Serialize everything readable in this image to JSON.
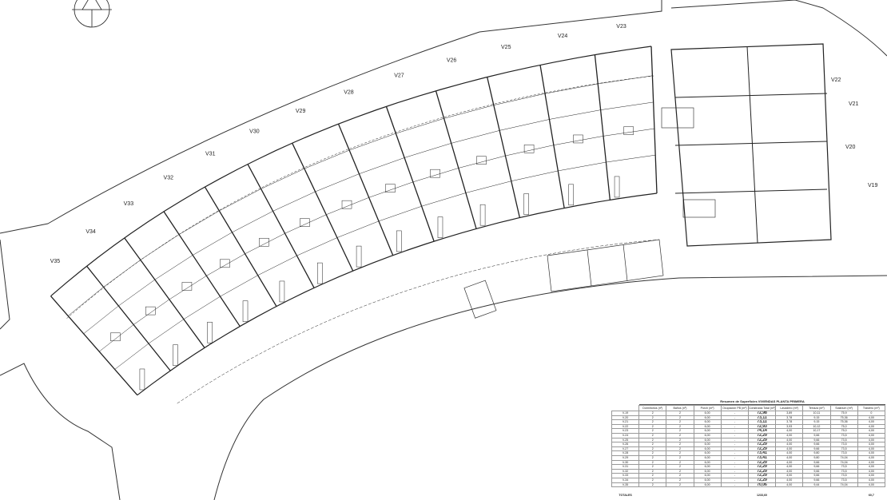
{
  "north_arrow": {
    "icon": "north-arrow-icon"
  },
  "curved_units": [
    "V35",
    "V34",
    "V33",
    "V32",
    "V31",
    "V30",
    "V29",
    "V28",
    "V27",
    "V26",
    "V25",
    "V24",
    "V23"
  ],
  "block_units": [
    "V22",
    "V21",
    "V20",
    "V19"
  ],
  "summary_table": {
    "title": "Resumen de Superficies VIVIENDAS PLANTA PRIMERA",
    "columns": [
      "",
      "Dormitorios (nº)",
      "Baños (nº)",
      "Porch (m²)",
      "Ocupación PB (m²)",
      "Construida Total (m²)",
      "Lavadero (m²)",
      "Terraza (m²)",
      "Solarium (m²)",
      "Trastero (m²)"
    ],
    "rows": [
      [
        "V-19",
        "2",
        "2",
        "6,00",
        "-",
        "72,98",
        "3,89",
        "10,11",
        "75,9",
        "0"
      ],
      [
        "V-20",
        "2",
        "2",
        "6,00",
        "-",
        "73,11",
        "3,78",
        "9,15",
        "75,36",
        "4,00"
      ],
      [
        "V-21",
        "2",
        "2",
        "6,00",
        "-",
        "73,11",
        "3,78",
        "9,15",
        "75,36",
        "4,00"
      ],
      [
        "V-22",
        "2",
        "2",
        "6,00",
        "-",
        "72,93",
        "3,93",
        "10,12",
        "75,0",
        "4,00"
      ],
      [
        "V-23",
        "2",
        "2",
        "6,00",
        "-",
        "74,14",
        "4,00",
        "10,17",
        "75,0",
        "4,00"
      ],
      [
        "V-24",
        "2",
        "2",
        "6,00",
        "-",
        "72,29",
        "4,00",
        "9,66",
        "73,5",
        "4,00"
      ],
      [
        "V-25",
        "2",
        "2",
        "6,00",
        "-",
        "72,29",
        "4,00",
        "9,66",
        "73,5",
        "4,00"
      ],
      [
        "V-26",
        "2",
        "2",
        "6,00",
        "-",
        "72,29",
        "4,00",
        "9,66",
        "73,5",
        "4,00"
      ],
      [
        "V-27",
        "2",
        "2",
        "6,00",
        "-",
        "72,29",
        "4,00",
        "9,66",
        "73,5",
        "4,00"
      ],
      [
        "V-28",
        "2",
        "2",
        "6,00",
        "-",
        "73,41",
        "4,00",
        "9,80",
        "73,5",
        "4,00"
      ],
      [
        "V-29",
        "2",
        "2",
        "6,00",
        "-",
        "73,41",
        "4,00",
        "9,80",
        "74,04",
        "4,00"
      ],
      [
        "V-30",
        "2",
        "2",
        "6,00",
        "-",
        "72,29",
        "4,00",
        "9,66",
        "74,04",
        "4,00"
      ],
      [
        "V-31",
        "2",
        "2",
        "6,00",
        "-",
        "72,29",
        "4,00",
        "9,66",
        "73,5",
        "4,00"
      ],
      [
        "V-32",
        "2",
        "2",
        "6,00",
        "-",
        "72,29",
        "4,00",
        "9,66",
        "73,5",
        "4,00"
      ],
      [
        "V-33",
        "2",
        "2",
        "6,00",
        "-",
        "72,29",
        "4,00",
        "9,66",
        "73,5",
        "4,00"
      ],
      [
        "V-34",
        "2",
        "2",
        "6,00",
        "-",
        "72,29",
        "4,00",
        "9,66",
        "73,5",
        "4,00"
      ],
      [
        "V-35",
        "2",
        "2",
        "6,00",
        "-",
        "70,06",
        "4,00",
        "9,44",
        "74,04",
        "4,00"
      ]
    ],
    "totals": {
      "label": "TOTALES",
      "construida": "1233,60",
      "trastero": "60,7"
    }
  }
}
